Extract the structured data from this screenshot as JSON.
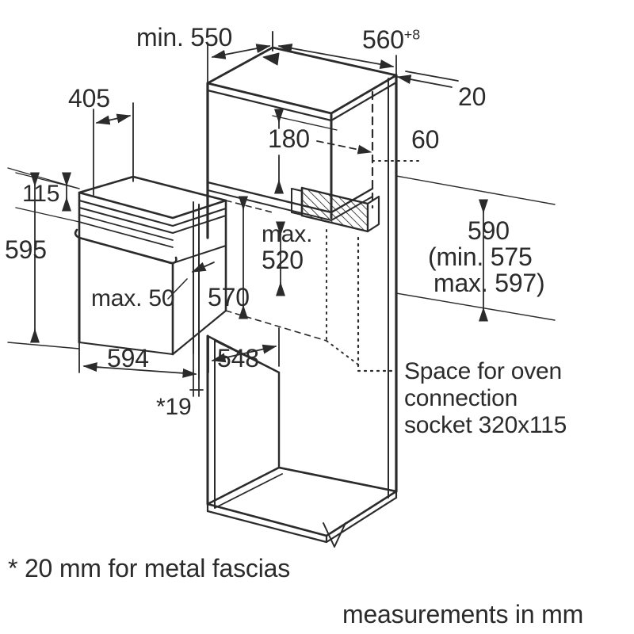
{
  "drawing": {
    "title": "Built-in oven installation dimension drawing",
    "units_note": "measurements in mm",
    "footnote": "* 20 mm for metal fascias",
    "socket_note_line1": "Space for oven",
    "socket_note_line2": "connection",
    "socket_note_line3": "socket 320x115",
    "stroke_color": "#2b2b2b",
    "background_color": "#ffffff"
  },
  "dimensions": {
    "niche_depth_min": "min. 550",
    "cabinet_width_tolerance_base": "560",
    "cabinet_width_tolerance_sup": "+8",
    "front_overhang": "20",
    "rear_offset": "60",
    "socket_height_offset": "180",
    "appliance_front_height_405": "405",
    "fascia_top_height": "115",
    "appliance_height": "595",
    "gap_max": "max. 50",
    "niche_width_max_line1": "max.",
    "niche_width_max_line2": "520",
    "appliance_depth": "570",
    "appliance_width": "594",
    "niche_inner_width": "548",
    "fascia_thickness": "*19",
    "niche_height_nominal": "590",
    "niche_height_min": "(min. 575",
    "niche_height_max": "max. 597)"
  },
  "chart_data": {
    "type": "table",
    "title": "Built-in oven installation dimensions (mm)",
    "categories": [
      "min. 550",
      "560+8",
      "20",
      "60",
      "180",
      "405",
      "115",
      "595",
      "max. 50",
      "max. 520",
      "570",
      "594",
      "548",
      "*19",
      "590",
      "min. 575",
      "max. 597",
      "320x115"
    ],
    "values": [
      550,
      560,
      20,
      60,
      180,
      405,
      115,
      595,
      50,
      520,
      570,
      594,
      548,
      19,
      590,
      575,
      597,
      320
    ]
  }
}
